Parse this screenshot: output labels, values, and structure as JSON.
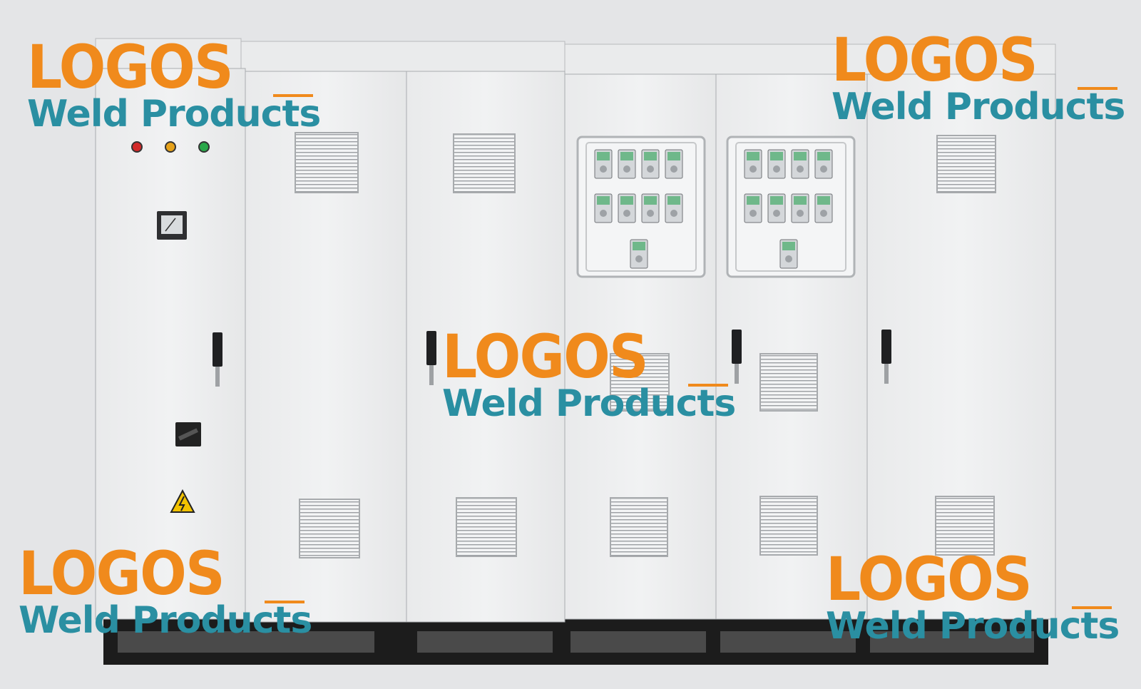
{
  "watermark": {
    "line1": "LOGOS",
    "line2": "Weld Products",
    "color_orange": "#f08a1c",
    "color_teal": "#2a8fa2"
  },
  "colors": {
    "background": "#e4e5e7",
    "cabinet": "#edeeef",
    "base": "#1c1c1c",
    "lamp_red": "#d22a2a",
    "lamp_amber": "#e6a21a",
    "lamp_green": "#2aa84a",
    "lcd": "#6fb88a"
  },
  "indicator_lamps": [
    "red",
    "amber",
    "green"
  ]
}
